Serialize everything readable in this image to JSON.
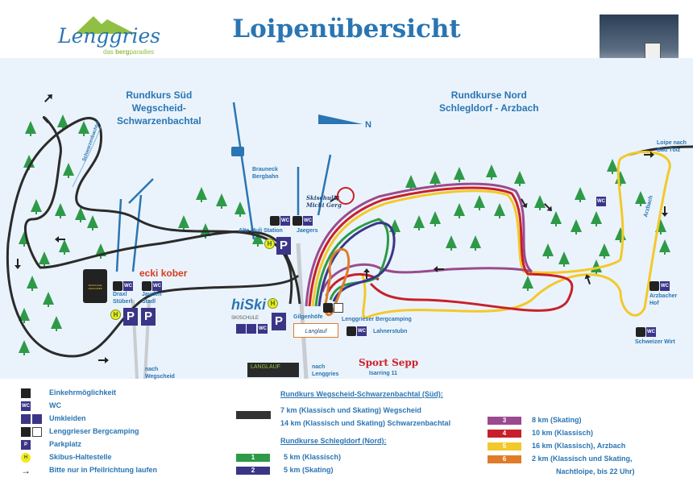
{
  "header": {
    "title": "Loipenübersicht",
    "logo": {
      "name": "Lenggries",
      "tagline_pre": "das ",
      "tagline_bold": "berg",
      "tagline_post": "paradies"
    }
  },
  "map": {
    "region_south": "Rundkurs Süd\nWegscheid-\nSchwarzenbachtal",
    "region_north": "Rundkurse Nord\nSchlegldorf - Arzbach",
    "north_arrow": "N",
    "stream_schwarzenbachtal": "Schwarzenbachtal",
    "stream_arzbach": "Arzbach",
    "labels": {
      "brauneck": "Brauneck\nBergbahn",
      "alte_muli": "Alte Muli Station",
      "jaegers": "Jaegers",
      "skischule_michi": "Skischule\nMichi Gerg",
      "draxl": "Draxl\nStüberl",
      "jauden": "Jauden\nStadl",
      "ecki": "ecki kober",
      "skischule_lenggries": "SKISCHULE LENGGRIES",
      "hiski": "hiSki",
      "hiski_sub": "SKISCHULE",
      "gilgenhoefe": "Gilgenhöfe",
      "bergcamping": "Lenggrieser Bergcamping",
      "lahnerstubn": "Lahnerstubn",
      "nach_wegscheid": "nach\nWegscheid",
      "nach_lenggries": "nach\nLenggries",
      "langlauf_verleih": "LANGLAUF",
      "langlauf_sign": "Langlauf",
      "sport_sepp": "Sport Sepp",
      "isarring": "Isarring 11",
      "loipe_bad_toelz": "Loipe nach\nBad Tölz",
      "arzbacher_hof": "Arzbacher\nHof",
      "schweizer_wirt": "Schweizer Wirt",
      "wc": "WC",
      "parking": "P",
      "bus": "H"
    }
  },
  "legend": {
    "symbols": [
      {
        "icon": "restaurant-icon",
        "label": "Einkehrmöglichkeit"
      },
      {
        "icon": "wc-icon",
        "label": "WC"
      },
      {
        "icon": "changing-room-icon",
        "label": "Umkleiden"
      },
      {
        "icon": "camping-icon",
        "label": "Lenggrieser Bergcamping"
      },
      {
        "icon": "parking-icon",
        "label": "Parkplatz"
      },
      {
        "icon": "bus-stop-icon",
        "label": "Skibus-Haltestelle"
      },
      {
        "icon": "arrow-right-icon",
        "label": "Bitte nur in Pfeilrichtung laufen"
      }
    ],
    "south_heading": "Rundkurs Wegscheid-Schwarzenbachtal (Süd):",
    "south_routes": [
      "7 km   (Klassisch und Skating) Wegscheid",
      "14 km (Klassisch und Skating) Schwarzenbachtal"
    ],
    "north_heading": "Rundkurse Schlegldorf (Nord):",
    "north_routes": [
      {
        "num": "1",
        "label": "5 km   (Klassisch)",
        "color": "#2e9a48"
      },
      {
        "num": "2",
        "label": "5 km   (Skating)",
        "color": "#3b3588"
      },
      {
        "num": "3",
        "label": "8 km    (Skating)",
        "color": "#9b4a8f"
      },
      {
        "num": "4",
        "label": "10 km (Klassisch)",
        "color": "#c8202a"
      },
      {
        "num": "5",
        "label": "16 km (Klassisch), Arzbach",
        "color": "#f2c92a"
      },
      {
        "num": "6",
        "label": "2 km    (Klassisch und Skating,",
        "label2": "Nachtloipe, bis 22 Uhr)",
        "color": "#e07b2a"
      }
    ],
    "south_color": "#333333"
  }
}
